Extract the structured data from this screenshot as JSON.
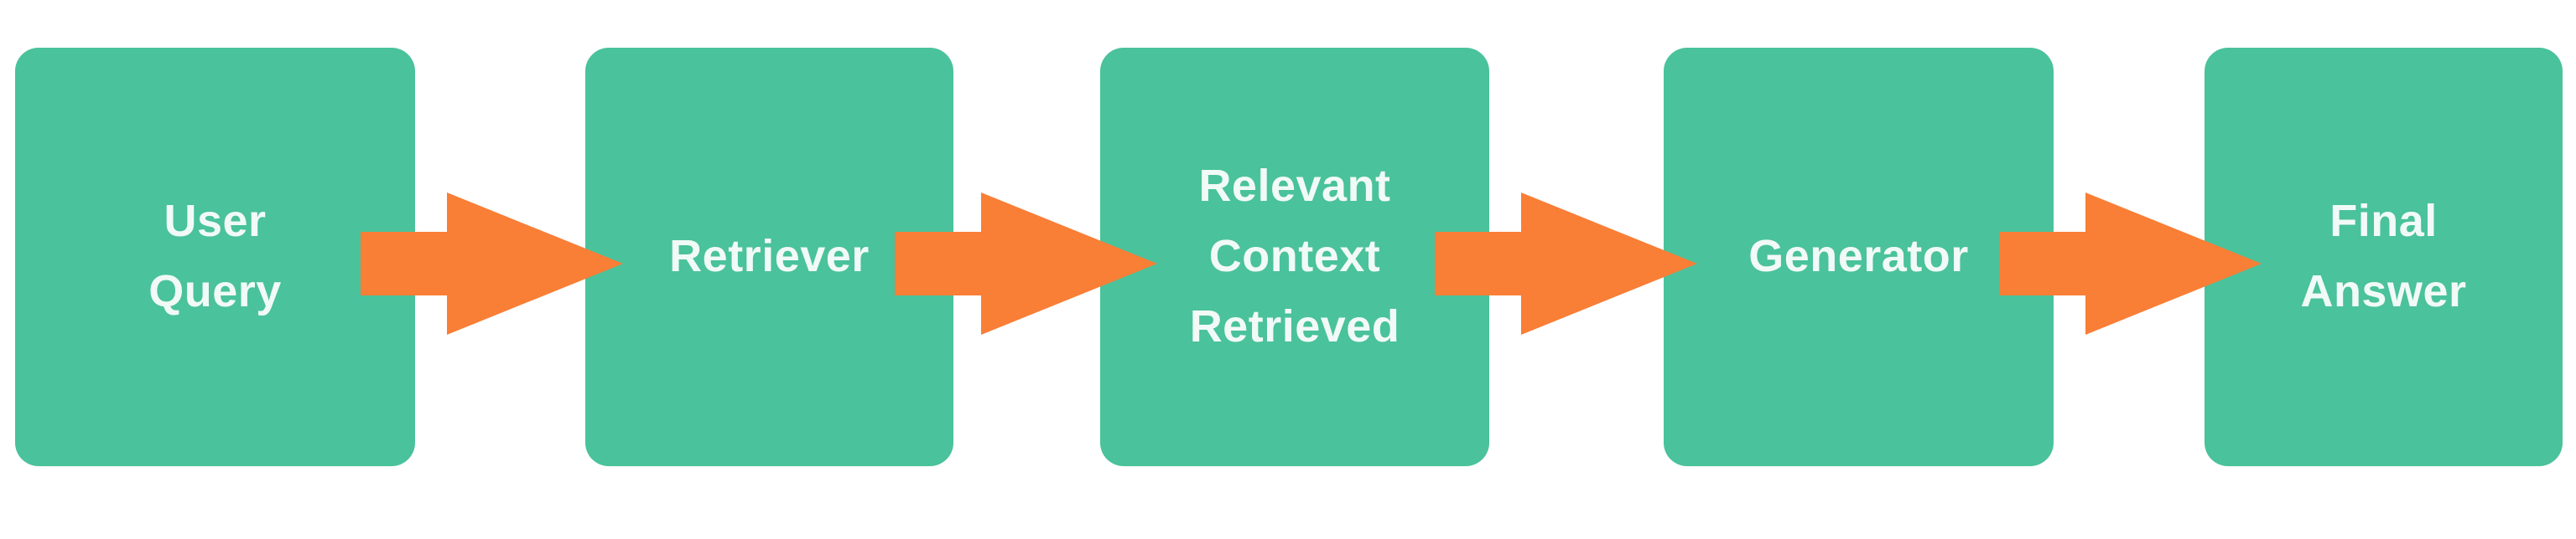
{
  "diagram": {
    "type": "flowchart",
    "direction": "left-to-right",
    "nodes": [
      {
        "id": "user-query",
        "label": "User\nQuery"
      },
      {
        "id": "retriever",
        "label": "Retriever"
      },
      {
        "id": "relevant-context-retrieved",
        "label": "Relevant\nContext\nRetrieved"
      },
      {
        "id": "generator",
        "label": "Generator"
      },
      {
        "id": "final-answer",
        "label": "Final\nAnswer"
      }
    ],
    "connections": [
      {
        "from": "user-query",
        "to": "retriever"
      },
      {
        "from": "retriever",
        "to": "relevant-context-retrieved"
      },
      {
        "from": "relevant-context-retrieved",
        "to": "generator"
      },
      {
        "from": "generator",
        "to": "final-answer"
      }
    ],
    "colors": {
      "node_fill": "#4AC29B",
      "arrow_fill": "#F97E36",
      "label_text": "#F1FAF6",
      "background": "#FFFFFF"
    }
  }
}
